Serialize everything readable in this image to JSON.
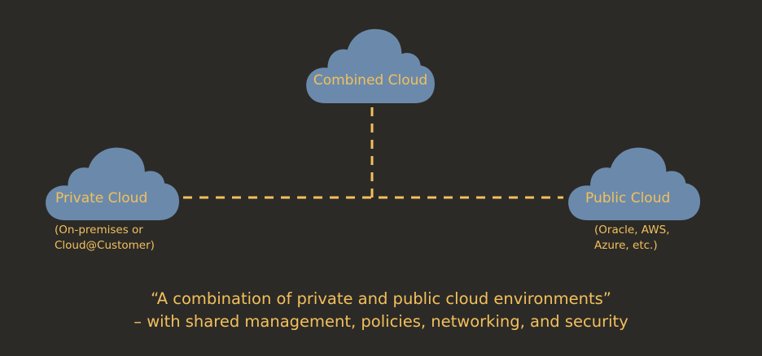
{
  "clouds": {
    "combined": {
      "label": "Combined Cloud"
    },
    "private": {
      "label": "Private Cloud",
      "subtitle_line1": "(On-premises or",
      "subtitle_line2": "Cloud@Customer)"
    },
    "public": {
      "label": "Public Cloud",
      "subtitle_line1": "(Oracle, AWS,",
      "subtitle_line2": "Azure, etc.)"
    }
  },
  "quote": {
    "line1": "“A combination of private and public cloud environments”",
    "line2": "– with shared management, policies, networking, and security"
  },
  "colors": {
    "background": "#2c2a27",
    "cloud": "#6b8aab",
    "accent": "#f2c05c"
  }
}
